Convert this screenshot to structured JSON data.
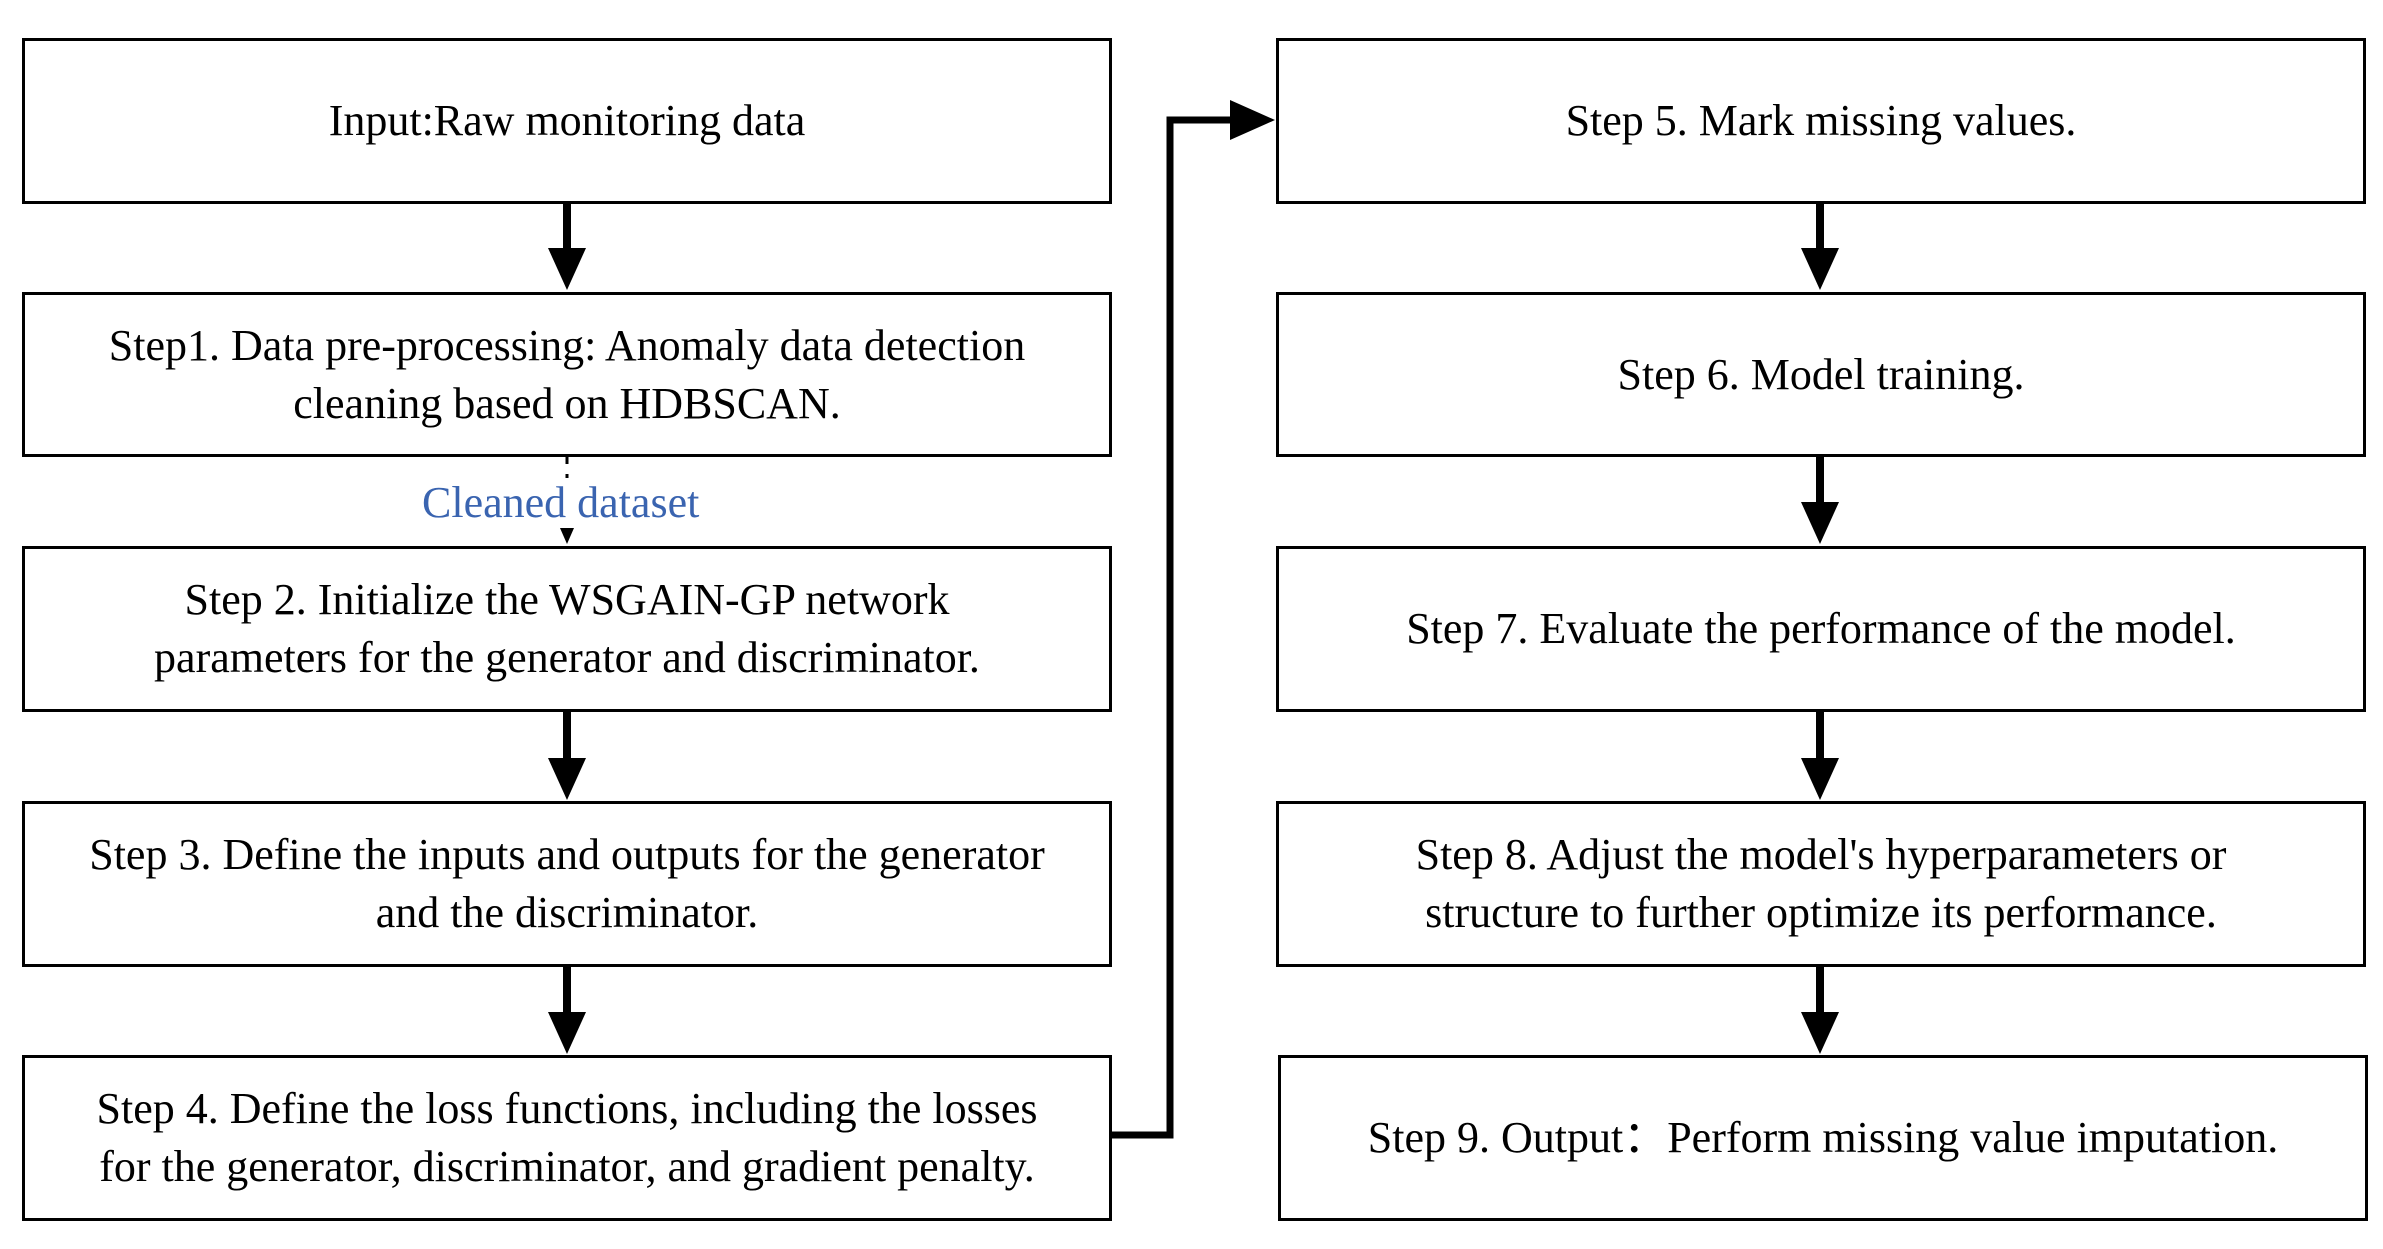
{
  "steps": {
    "input": [
      "Input:Raw monitoring data"
    ],
    "step1": [
      "Step1. Data pre-processing:  Anomaly data detection",
      "cleaning based on HDBSCAN."
    ],
    "step2": [
      "Step 2. Initialize the WSGAIN-GP network",
      "parameters for the generator and discriminator."
    ],
    "step3": [
      "Step 3. Define the inputs and outputs for the generator",
      "and the discriminator."
    ],
    "step4": [
      "Step 4. Define the loss functions, including the losses",
      "for the generator, discriminator, and gradient penalty."
    ],
    "step5": [
      "Step 5. Mark missing values."
    ],
    "step6": [
      "Step 6. Model training."
    ],
    "step7": [
      "Step 7. Evaluate the performance of the model."
    ],
    "step8": [
      "Step 8. Adjust the model's hyperparameters or",
      "structure to further optimize its performance."
    ],
    "step9": [
      "Step 9. Output：Perform missing value imputation."
    ]
  },
  "edge_labels": {
    "step1_to_step2": "Cleaned dataset"
  },
  "colors": {
    "edge_label": "#3a64b0",
    "stroke": "#000000"
  }
}
